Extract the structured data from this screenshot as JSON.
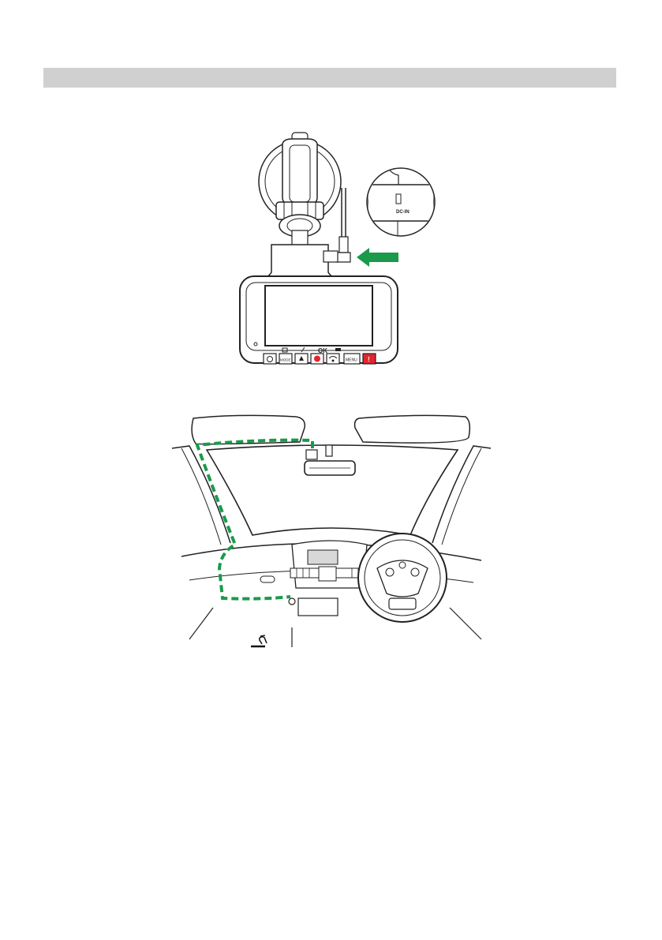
{
  "header": {
    "bar_color": "#d0d0d0"
  },
  "figure_camera": {
    "port_label": "DC-IN",
    "ok_label": "OK",
    "mode_label": "MODE",
    "menu_label": "MENU",
    "emergency_label": "!",
    "accent_green": "#1a9a4a",
    "accent_red": "#e0262f"
  },
  "figure_windscreen": {
    "cable_route_color": "#1a9a4a"
  },
  "icons": {
    "arrow": "arrow-left-icon",
    "cable_route": "dashed-route-icon",
    "power": "power-icon",
    "footer": "wiper-icon"
  }
}
